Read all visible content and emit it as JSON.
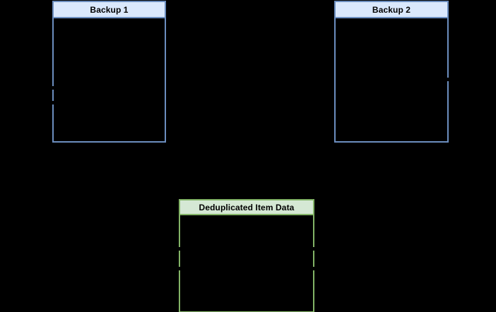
{
  "diagram": {
    "title": "Deduplicated Item Data",
    "background_color": "#000000",
    "nodes": [
      {
        "id": "backup-1",
        "label": "Backup 1",
        "shape": "container",
        "fill_color": "#dae8fc",
        "stroke_color": "#6c8ebf",
        "body_color": "#000000"
      },
      {
        "id": "backup-2",
        "label": "Backup 2",
        "shape": "container",
        "fill_color": "#dae8fc",
        "stroke_color": "#6c8ebf",
        "body_color": "#000000"
      },
      {
        "id": "dedup",
        "label": "Deduplicated Item Data",
        "shape": "container",
        "fill_color": "#d5e8d4",
        "stroke_color": "#82b366",
        "body_color": "#000000"
      }
    ]
  }
}
